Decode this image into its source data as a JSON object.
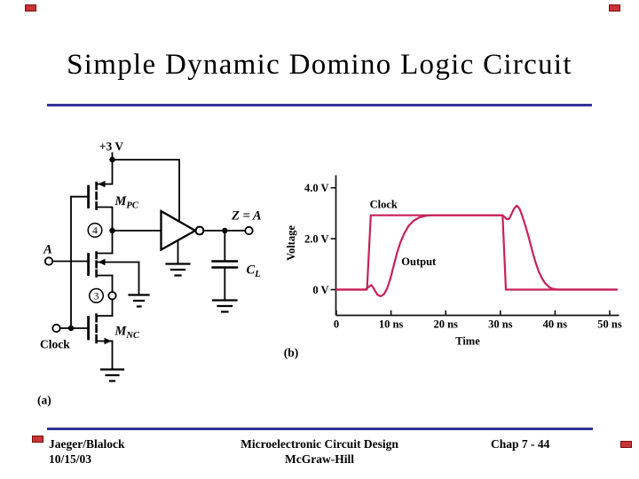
{
  "slide": {
    "title": "Simple Dynamic Domino Logic Circuit",
    "accent_color": "#333399",
    "panel_a_label": "(a)",
    "panel_b_label": "(b)",
    "footer": {
      "author": "Jaeger/Blalock",
      "date": "10/15/03",
      "book": "Microelectronic Circuit Design",
      "publisher": "McGraw-Hill",
      "chapter": "Chap 7 - 44"
    }
  },
  "circuit": {
    "supply": "+3 V",
    "input": "A",
    "clock": "Clock",
    "output_eq": "Z = A",
    "node4": "4",
    "node3": "3",
    "mpc": {
      "base": "M",
      "sub": "PC"
    },
    "mnc": {
      "base": "M",
      "sub": "NC"
    },
    "cl": {
      "base": "C",
      "sub": "L"
    }
  },
  "chart_data": {
    "type": "line",
    "title": "",
    "xlabel": "Time",
    "ylabel": "Voltage",
    "x_tick_values": [
      0,
      10,
      20,
      30,
      40,
      50
    ],
    "x_tick_labels": [
      "0",
      "10 ns",
      "20 ns",
      "30 ns",
      "40 ns",
      "50 ns"
    ],
    "y_tick_values": [
      0,
      2,
      4
    ],
    "y_tick_labels": [
      "0 V",
      "2.0 V",
      "4.0 V"
    ],
    "xlim": [
      0,
      51.5
    ],
    "ylim": [
      -1,
      4.6
    ],
    "grid": false,
    "legend_position": "inline-annotations",
    "line_color": "#c8215a",
    "series": [
      {
        "name": "Clock",
        "label_at": [
          6.1,
          3.2
        ],
        "x": [
          0,
          5.6,
          6.3,
          30.4,
          31.0,
          51.3
        ],
        "y": [
          0,
          0,
          2.92,
          2.92,
          0,
          0
        ]
      },
      {
        "name": "Output",
        "label_at": [
          11.9,
          0.95
        ],
        "x": [
          0,
          5.3,
          5.9,
          6.4,
          6.9,
          7.5,
          8.1,
          8.7,
          9.3,
          9.9,
          10.5,
          11.1,
          11.7,
          12.4,
          13.2,
          14.1,
          15.1,
          16.3,
          17.5,
          30.4,
          30.8,
          31.2,
          31.6,
          32.0,
          32.5,
          33.0,
          33.5,
          34.0,
          34.6,
          35.2,
          35.8,
          36.4,
          37.0,
          37.6,
          38.2,
          38.9,
          39.6,
          40.5,
          51.3
        ],
        "y": [
          0,
          0,
          0.1,
          0.18,
          0.02,
          -0.2,
          -0.26,
          -0.18,
          0.05,
          0.45,
          0.95,
          1.45,
          1.85,
          2.2,
          2.5,
          2.7,
          2.83,
          2.9,
          2.92,
          2.92,
          2.85,
          2.76,
          2.78,
          2.95,
          3.18,
          3.3,
          3.18,
          2.9,
          2.5,
          2.05,
          1.55,
          1.1,
          0.72,
          0.45,
          0.25,
          0.1,
          0.03,
          0,
          0
        ]
      }
    ]
  }
}
